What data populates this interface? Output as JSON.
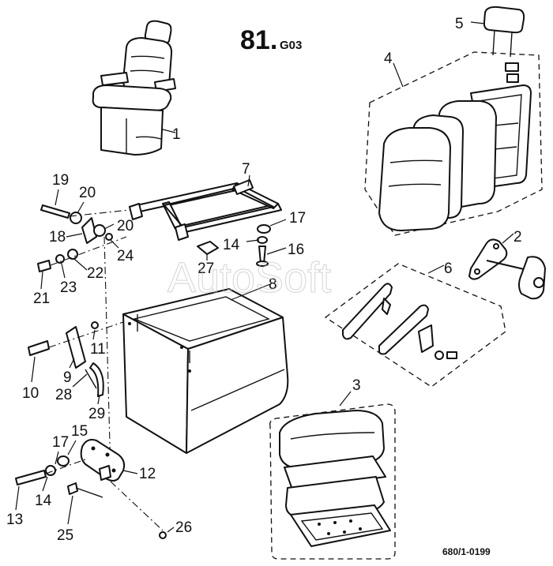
{
  "header": {
    "group_number": "81.",
    "group_code": "G03"
  },
  "watermark": "AutoSoft",
  "document_number": "680/1-0199",
  "callouts": {
    "c1": "1",
    "c2": "2",
    "c3": "3",
    "c4": "4",
    "c5": "5",
    "c6": "6",
    "c7": "7",
    "c8": "8",
    "c9": "9",
    "c10": "10",
    "c11": "11",
    "c12": "12",
    "c13": "13",
    "c14a": "14",
    "c14b": "14",
    "c15": "15",
    "c16": "16",
    "c17a": "17",
    "c17b": "17",
    "c18": "18",
    "c19": "19",
    "c20a": "20",
    "c20b": "20",
    "c21": "21",
    "c22": "22",
    "c23": "23",
    "c24": "24",
    "c25": "25",
    "c26": "26",
    "c27": "27",
    "c28": "28",
    "c29": "29"
  }
}
